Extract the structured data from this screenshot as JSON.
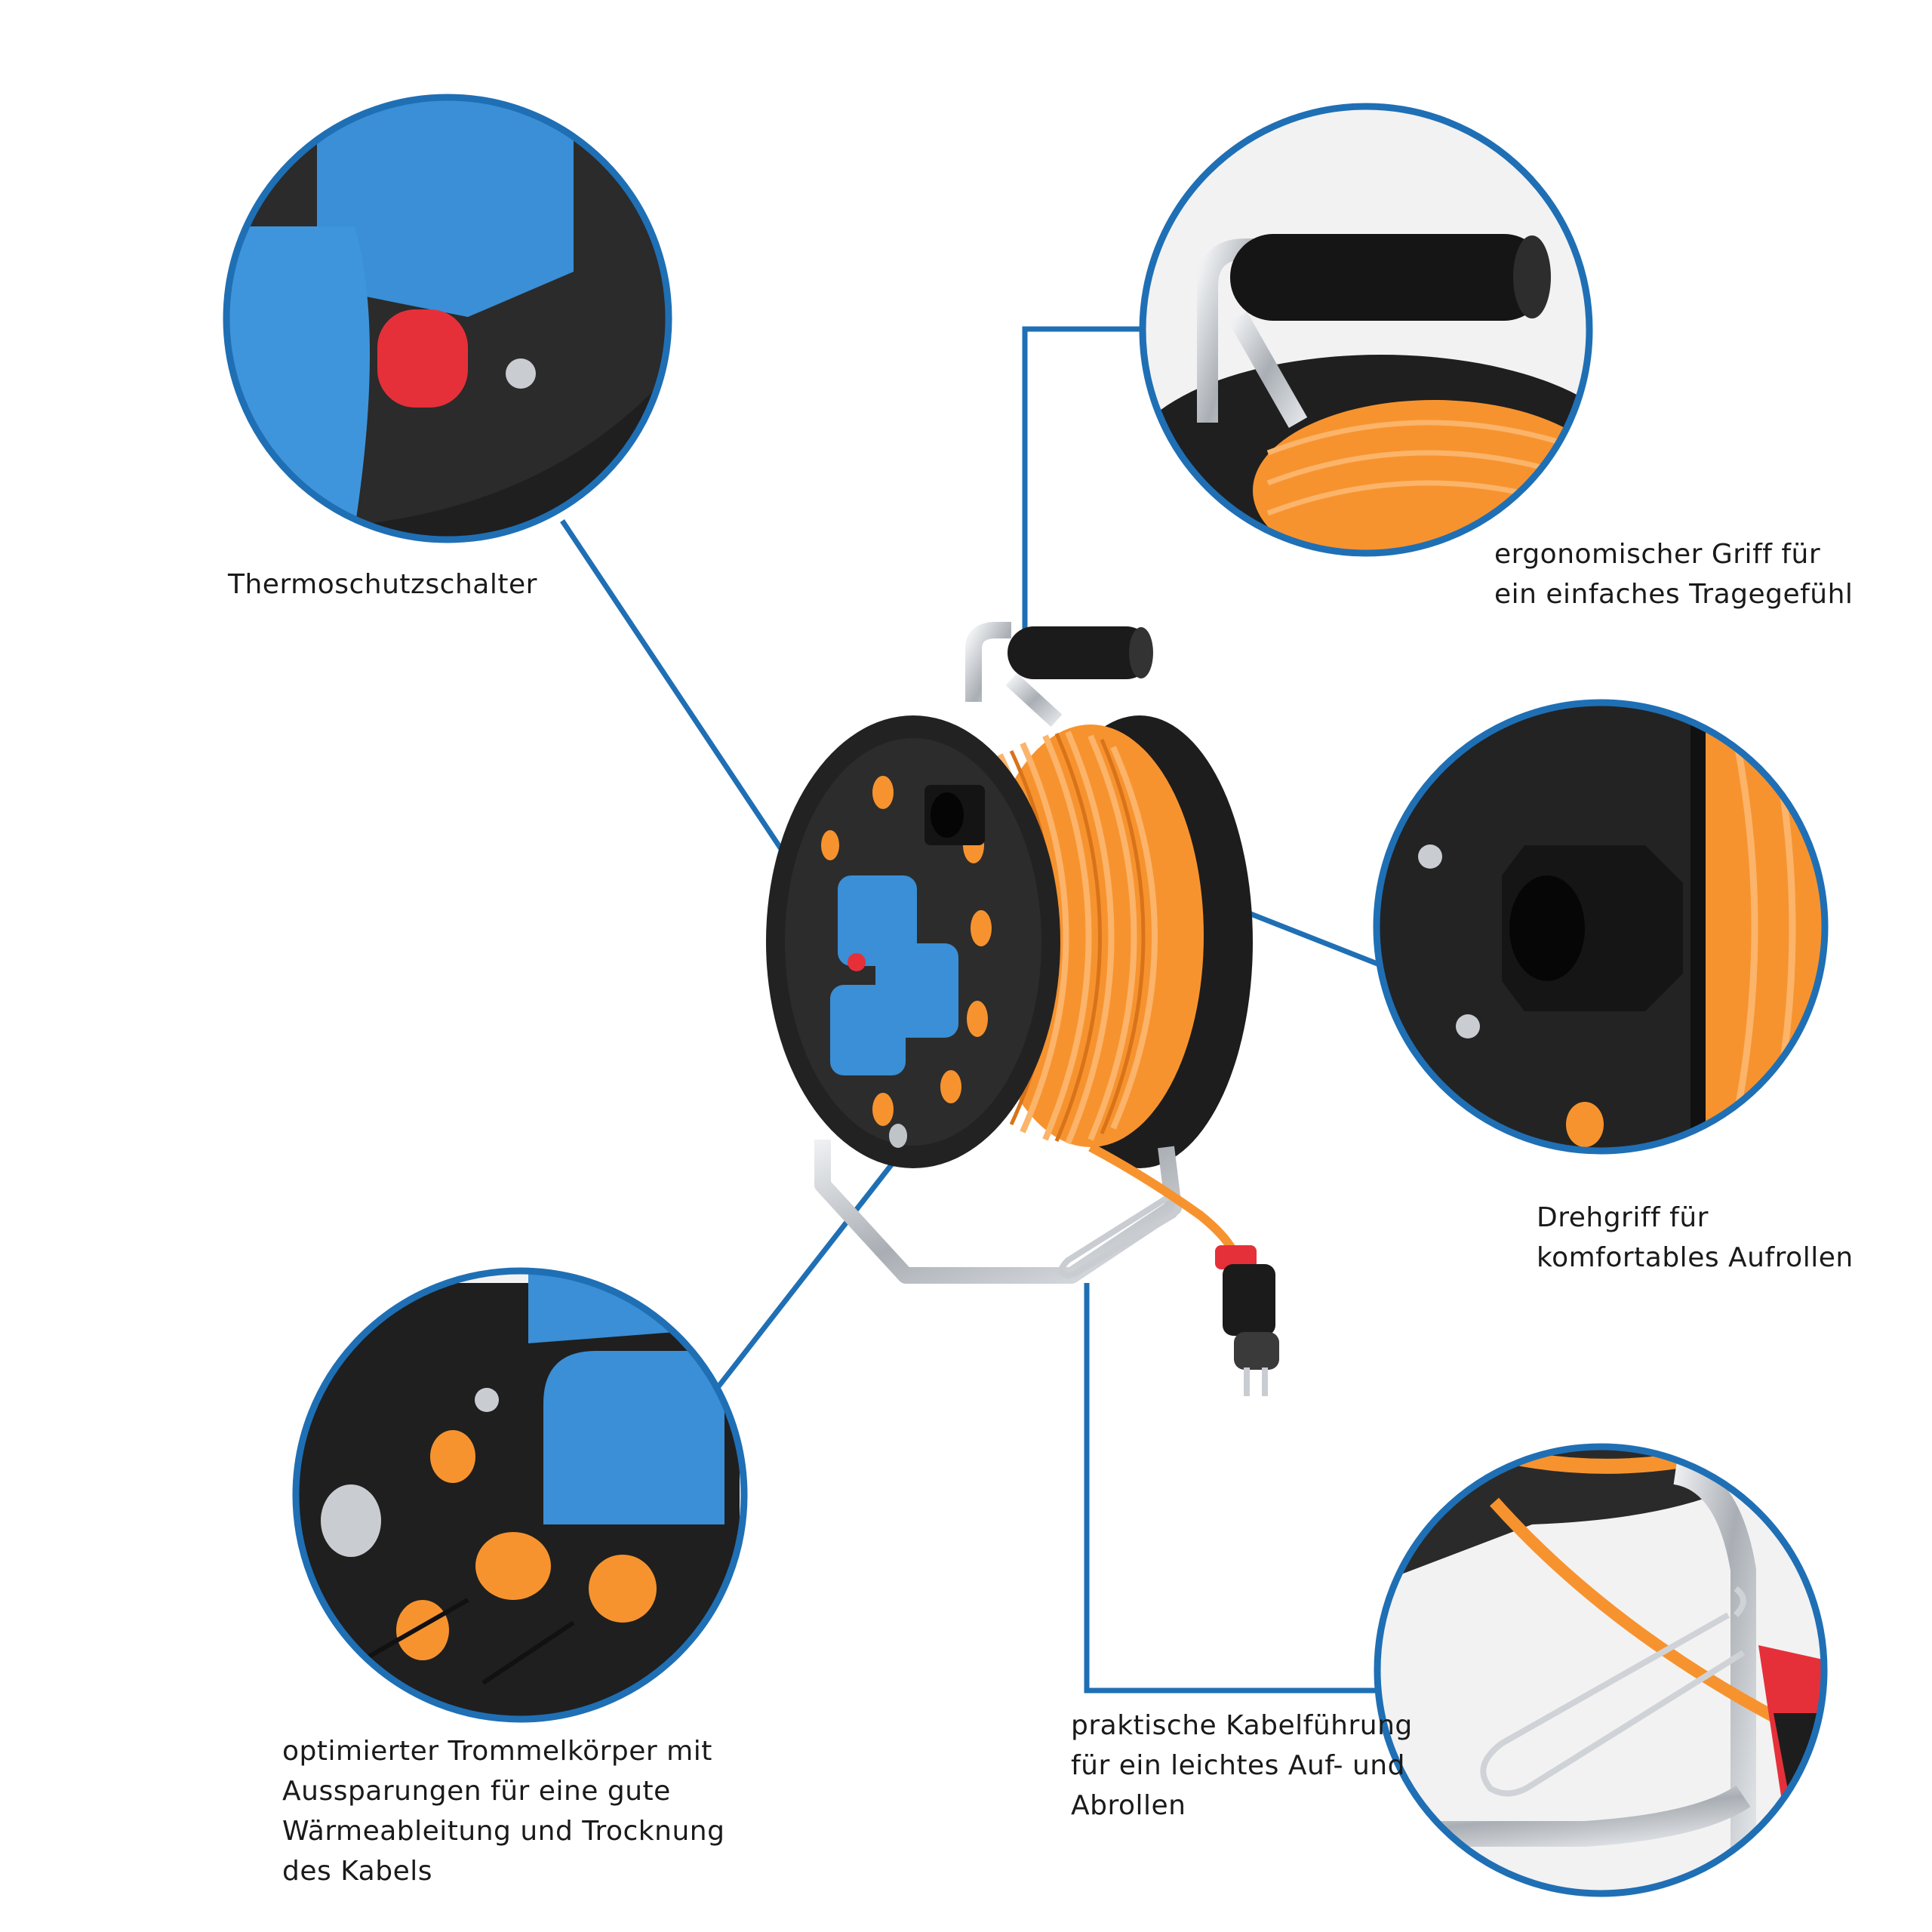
{
  "colors": {
    "accent_blue": "#1f6fb5",
    "cable_orange": "#f7932e",
    "reel_black": "#2a2a2a",
    "socket_blue": "#3a8fd6",
    "button_red": "#e5303a",
    "steel": "#c9cdd2"
  },
  "callouts": {
    "thermo": {
      "lines": [
        "Thermoschutzschalter"
      ]
    },
    "griff": {
      "lines": [
        "ergonomischer Griff für",
        "ein einfaches Tragegefühl"
      ]
    },
    "drehgriff": {
      "lines": [
        "Drehgriff für",
        "komfortables Aufrollen"
      ]
    },
    "trommel": {
      "lines": [
        "optimierter Trommelkörper mit",
        "Aussparungen für eine gute",
        "Wärmeableitung und Trocknung",
        "des Kabels"
      ]
    },
    "kabel": {
      "lines": [
        "praktische Kabelführung",
        "für ein leichtes Auf- und",
        "Abrollen"
      ]
    }
  },
  "icons": [
    "thermal-switch-button-icon",
    "carry-handle-icon",
    "crank-handle-icon",
    "drum-body-icon",
    "cable-guide-icon"
  ]
}
